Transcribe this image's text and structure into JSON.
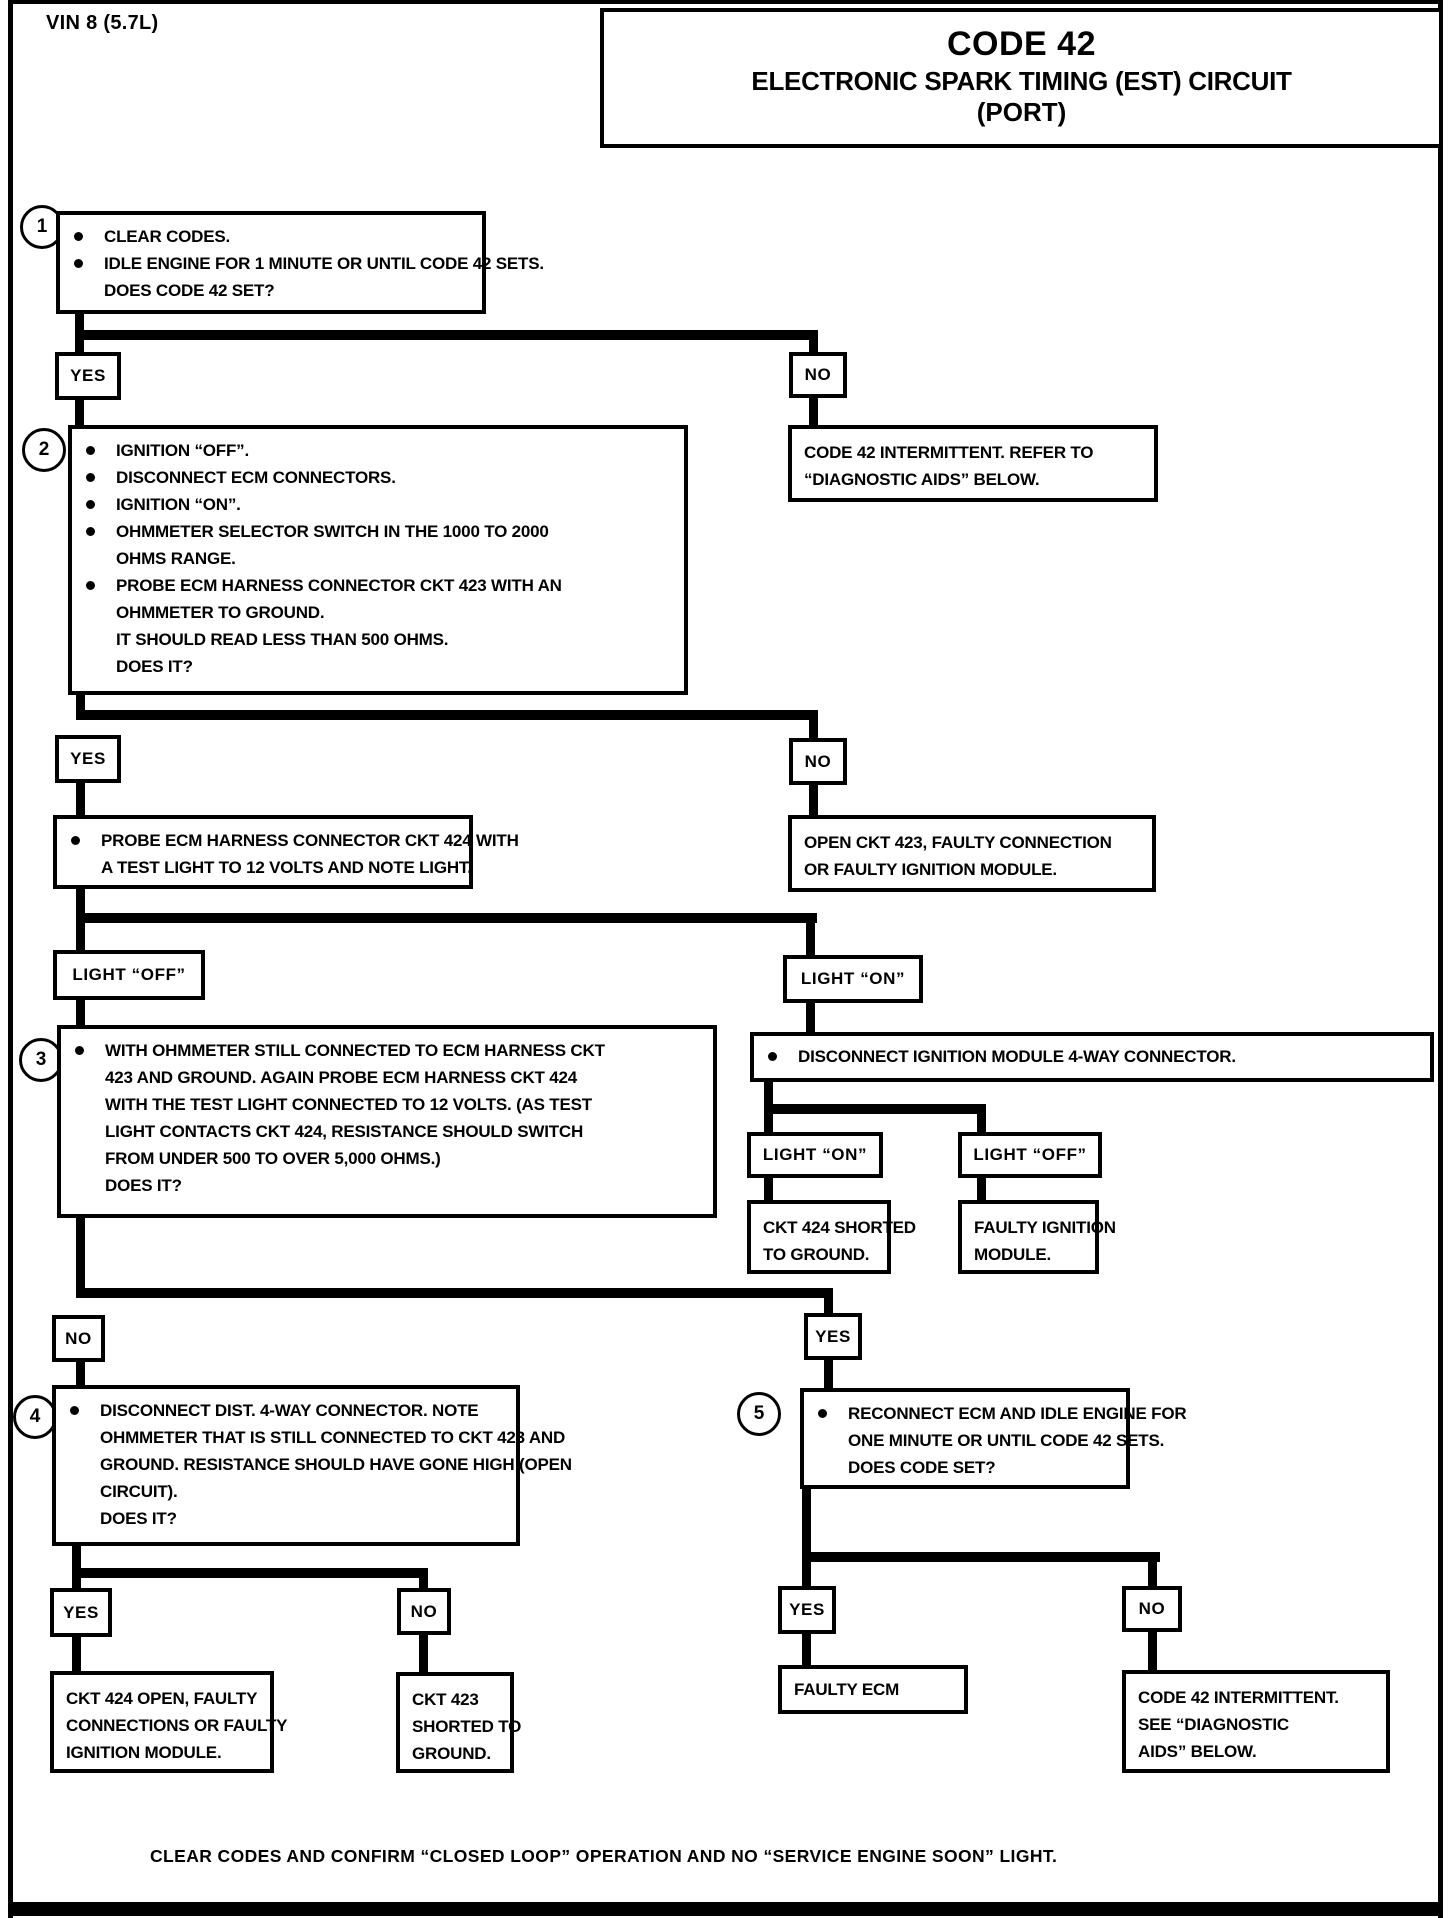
{
  "page": {
    "vin": "VIN 8 (5.7L)",
    "title1": "CODE 42",
    "title2": "ELECTRONIC SPARK TIMING (EST) CIRCUIT",
    "title3": "(PORT)",
    "footer": "CLEAR CODES AND CONFIRM “CLOSED LOOP” OPERATION AND NO “SERVICE ENGINE SOON” LIGHT."
  },
  "labels": {
    "yes": "YES",
    "no": "NO",
    "light_on": "LIGHT “ON”",
    "light_off": "LIGHT “OFF”"
  },
  "circles": {
    "s1": "1",
    "s2": "2",
    "s3": "3",
    "s4": "4",
    "s5": "5"
  },
  "boxes": {
    "step1": {
      "l1": "CLEAR CODES.",
      "l2": "IDLE ENGINE FOR 1 MINUTE OR UNTIL CODE 42 SETS.",
      "l3": "DOES CODE 42 SET?"
    },
    "intermittent_top": {
      "l1": "CODE 42 INTERMITTENT. REFER TO",
      "l2": "“DIAGNOSTIC AIDS” BELOW."
    },
    "step2": {
      "l1": "IGNITION “OFF”.",
      "l2": "DISCONNECT ECM CONNECTORS.",
      "l3": "IGNITION “ON”.",
      "l4": "OHMMETER SELECTOR SWITCH IN THE 1000 TO 2000",
      "l5": "OHMS RANGE.",
      "l6": "PROBE ECM HARNESS CONNECTOR CKT 423 WITH AN",
      "l7": "OHMMETER TO GROUND.",
      "l8": "IT SHOULD READ LESS THAN 500 OHMS.",
      "l9": "DOES IT?"
    },
    "open_ckt423": {
      "l1": "OPEN CKT 423, FAULTY CONNECTION",
      "l2": "OR FAULTY IGNITION MODULE."
    },
    "probe424": {
      "l1": "PROBE ECM HARNESS CONNECTOR CKT 424 WITH",
      "l2": "A TEST LIGHT TO 12 VOLTS AND NOTE LIGHT."
    },
    "step3": {
      "l1": "WITH OHMMETER STILL CONNECTED TO ECM HARNESS CKT",
      "l2": "423 AND GROUND. AGAIN PROBE ECM HARNESS CKT 424",
      "l3": "WITH THE TEST LIGHT CONNECTED TO 12 VOLTS. (AS TEST",
      "l4": "LIGHT CONTACTS CKT 424, RESISTANCE SHOULD SWITCH",
      "l5": "FROM UNDER 500 TO OVER 5,000 OHMS.)",
      "l6": "DOES IT?"
    },
    "disconnect_ign": {
      "l1": "DISCONNECT IGNITION MODULE 4-WAY CONNECTOR."
    },
    "ckt424_shorted": {
      "l1": "CKT 424 SHORTED",
      "l2": "TO GROUND."
    },
    "faulty_ign": {
      "l1": "FAULTY IGNITION",
      "l2": "MODULE."
    },
    "step4": {
      "l1": "DISCONNECT DIST. 4-WAY CONNECTOR. NOTE",
      "l2": "OHMMETER THAT IS STILL CONNECTED TO CKT 423 AND",
      "l3": "GROUND. RESISTANCE SHOULD HAVE GONE HIGH (OPEN",
      "l4": "CIRCUIT).",
      "l5": "DOES IT?"
    },
    "step5": {
      "l1": "RECONNECT ECM AND IDLE ENGINE FOR",
      "l2": "ONE MINUTE OR UNTIL CODE 42 SETS.",
      "l3": "DOES CODE SET?"
    },
    "ckt424_open": {
      "l1": "CKT 424 OPEN, FAULTY",
      "l2": "CONNECTIONS OR FAULTY",
      "l3": "IGNITION MODULE."
    },
    "ckt423_shorted": {
      "l1": "CKT 423",
      "l2": "SHORTED TO",
      "l3": "GROUND."
    },
    "faulty_ecm": {
      "l1": "FAULTY ECM"
    },
    "intermittent_bottom": {
      "l1": "CODE 42 INTERMITTENT.",
      "l2": "SEE “DIAGNOSTIC",
      "l3": "AIDS” BELOW."
    }
  },
  "colors": {
    "ink": "#000000",
    "paper": "#ffffff"
  }
}
